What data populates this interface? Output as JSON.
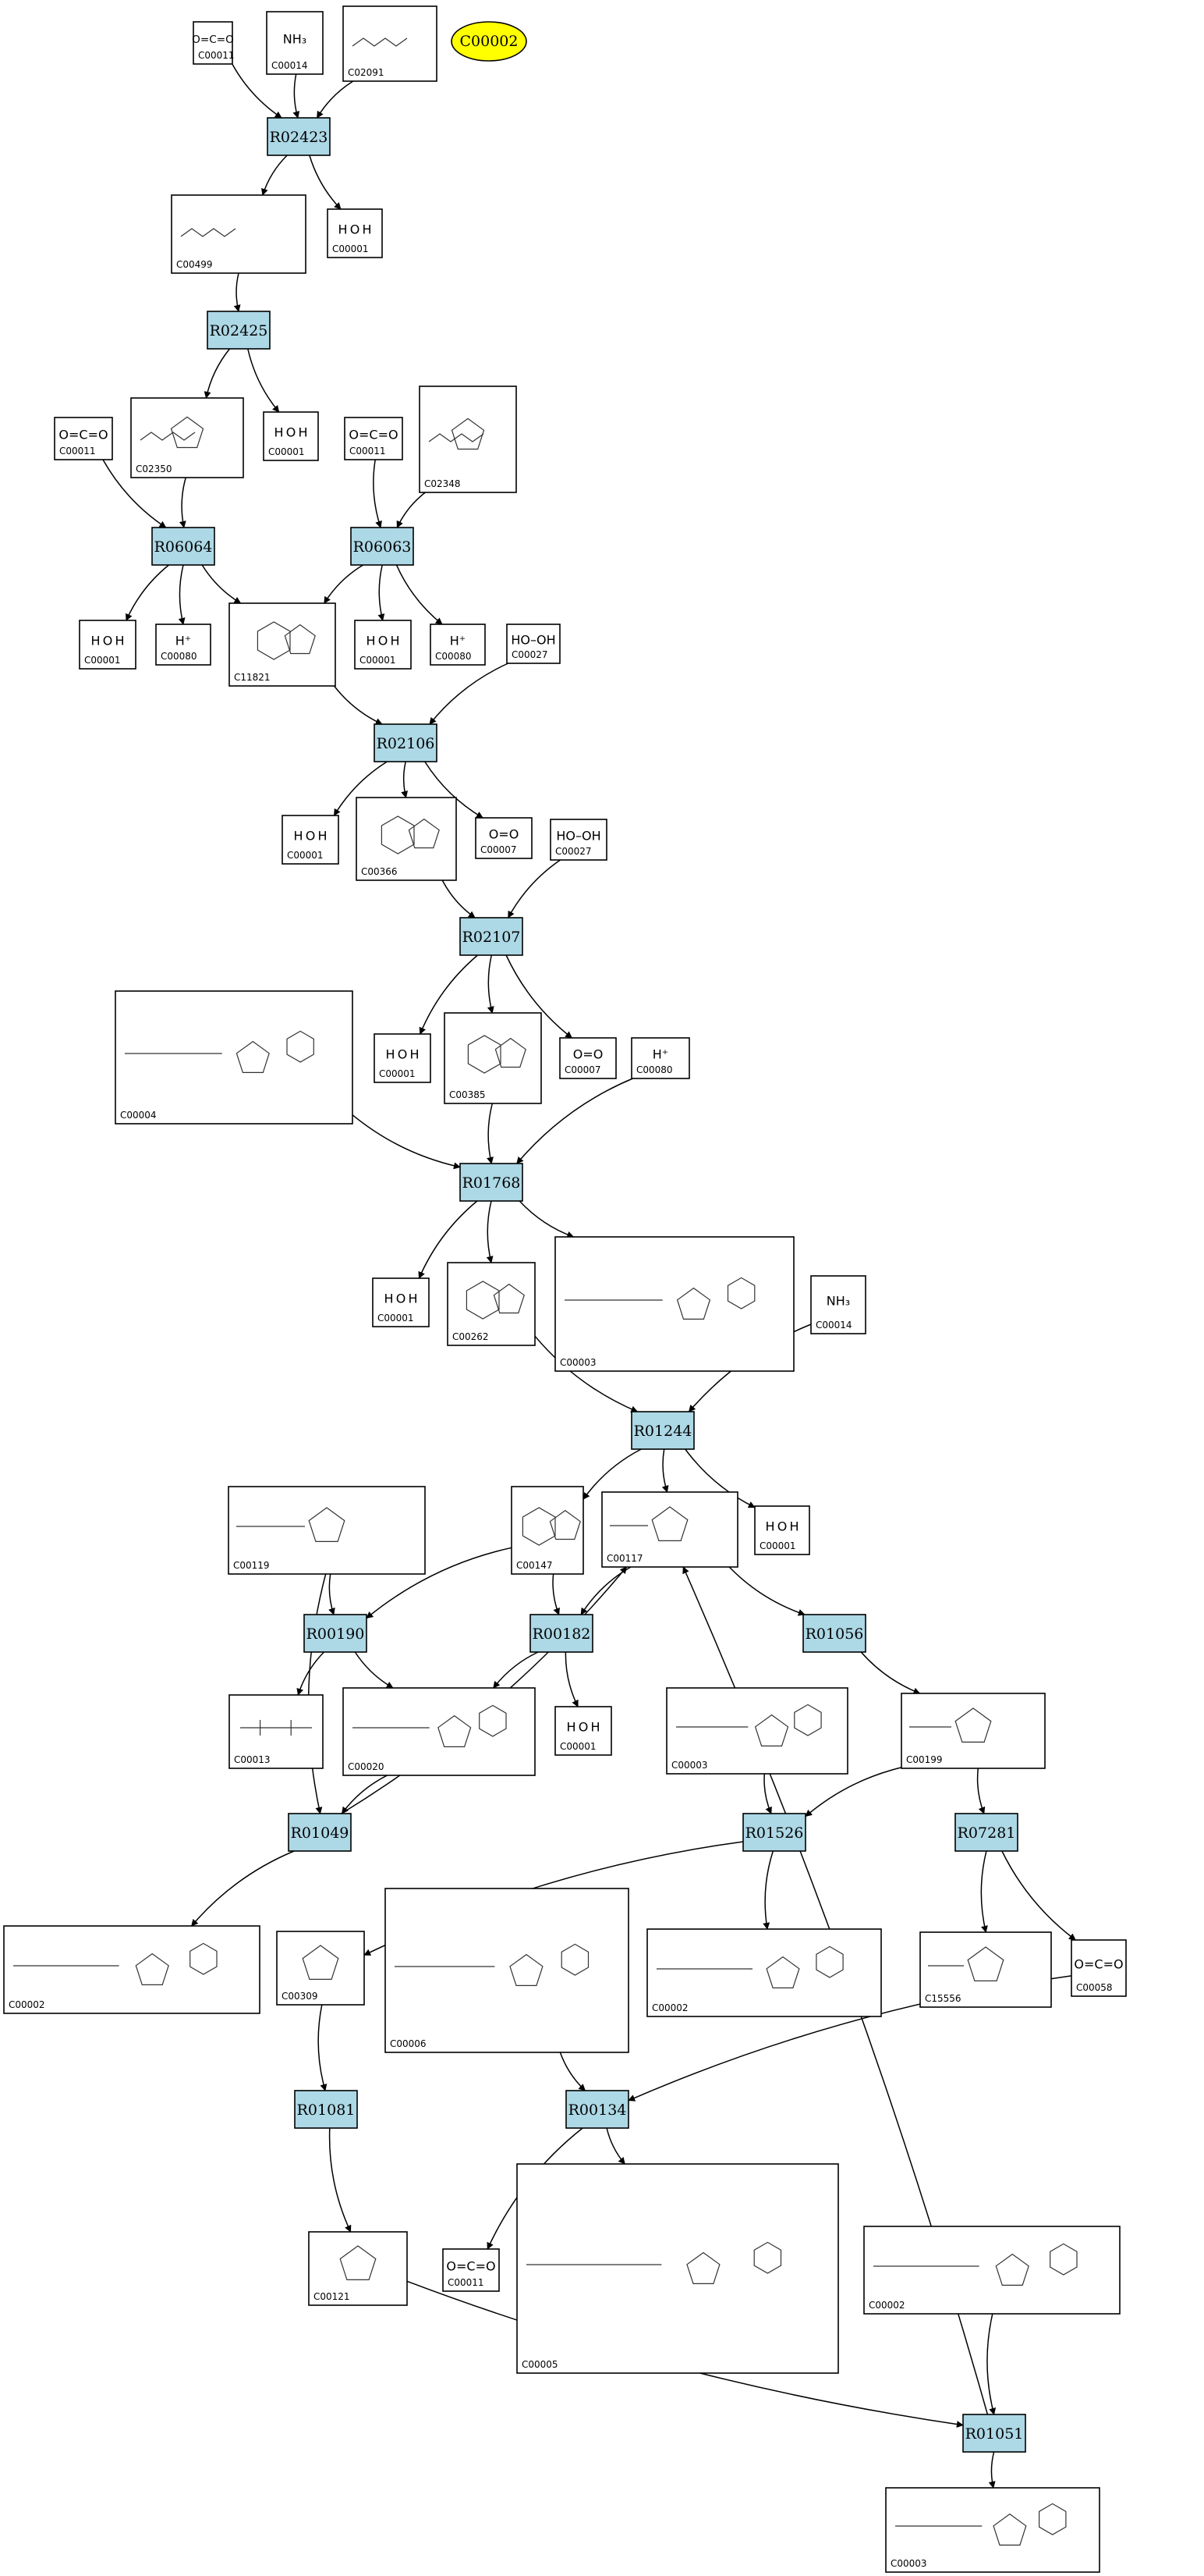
{
  "highlight": {
    "id": "C00002",
    "color": "#ffff00"
  },
  "colors": {
    "reaction_fill": "#add8e6",
    "compound_fill": "#ffffff",
    "edge": "#000000"
  },
  "reactions": [
    {
      "key": "r02423",
      "id": "R02423"
    },
    {
      "key": "r02425",
      "id": "R02425"
    },
    {
      "key": "r06064",
      "id": "R06064"
    },
    {
      "key": "r06063",
      "id": "R06063"
    },
    {
      "key": "r02106",
      "id": "R02106"
    },
    {
      "key": "r02107",
      "id": "R02107"
    },
    {
      "key": "r01768",
      "id": "R01768"
    },
    {
      "key": "r01244",
      "id": "R01244"
    },
    {
      "key": "r00190",
      "id": "R00190"
    },
    {
      "key": "r00182",
      "id": "R00182"
    },
    {
      "key": "r01056",
      "id": "R01056"
    },
    {
      "key": "r01049",
      "id": "R01049"
    },
    {
      "key": "r01526",
      "id": "R01526"
    },
    {
      "key": "r07281",
      "id": "R07281"
    },
    {
      "key": "r01081",
      "id": "R01081"
    },
    {
      "key": "r00134",
      "id": "R00134"
    },
    {
      "key": "r01051",
      "id": "R01051"
    }
  ],
  "compounds": [
    {
      "key": "c1",
      "id": "C00011",
      "icon": "co2"
    },
    {
      "key": "c2",
      "id": "C00014",
      "icon": "ammonia"
    },
    {
      "key": "c3",
      "id": "C02091",
      "icon": "amino-acid"
    },
    {
      "key": "c4",
      "id": "C00499",
      "icon": "urea-derivative"
    },
    {
      "key": "c5",
      "id": "C00001",
      "icon": "water"
    },
    {
      "key": "c6",
      "id": "C02350",
      "icon": "ring"
    },
    {
      "key": "c7",
      "id": "C00001",
      "icon": "water"
    },
    {
      "key": "c8",
      "id": "C00011",
      "icon": "co2"
    },
    {
      "key": "c9",
      "id": "C00011",
      "icon": "co2"
    },
    {
      "key": "c10",
      "id": "C02348",
      "icon": "ring"
    },
    {
      "key": "c11",
      "id": "C00001",
      "icon": "water"
    },
    {
      "key": "c12",
      "id": "C00080",
      "icon": "proton"
    },
    {
      "key": "c13",
      "id": "C11821",
      "icon": "purine"
    },
    {
      "key": "c14",
      "id": "C00001",
      "icon": "water"
    },
    {
      "key": "c15",
      "id": "C00080",
      "icon": "proton"
    },
    {
      "key": "c16",
      "id": "C00027",
      "icon": "peroxide"
    },
    {
      "key": "c17",
      "id": "C00001",
      "icon": "water"
    },
    {
      "key": "c18",
      "id": "C00366",
      "icon": "purine"
    },
    {
      "key": "c19",
      "id": "C00007",
      "icon": "oxygen"
    },
    {
      "key": "c20",
      "id": "C00027",
      "icon": "peroxide"
    },
    {
      "key": "c21",
      "id": "C00004",
      "icon": "nucleotide"
    },
    {
      "key": "c22",
      "id": "C00001",
      "icon": "water"
    },
    {
      "key": "c23",
      "id": "C00385",
      "icon": "purine"
    },
    {
      "key": "c24",
      "id": "C00007",
      "icon": "oxygen"
    },
    {
      "key": "c25",
      "id": "C00080",
      "icon": "proton"
    },
    {
      "key": "c26",
      "id": "C00001",
      "icon": "water"
    },
    {
      "key": "c27",
      "id": "C00262",
      "icon": "purine"
    },
    {
      "key": "c28",
      "id": "C00003",
      "icon": "nucleotide"
    },
    {
      "key": "c29",
      "id": "C00014",
      "icon": "ammonia"
    },
    {
      "key": "c30",
      "id": "C00119",
      "icon": "sugar-phosphate"
    },
    {
      "key": "c31",
      "id": "C00147",
      "icon": "purine"
    },
    {
      "key": "c32",
      "id": "C00117",
      "icon": "sugar-phosphate"
    },
    {
      "key": "c33",
      "id": "C00001",
      "icon": "water"
    },
    {
      "key": "c34",
      "id": "C00013",
      "icon": "phosphate"
    },
    {
      "key": "c35",
      "id": "C00020",
      "icon": "nucleotide"
    },
    {
      "key": "c36",
      "id": "C00001",
      "icon": "water"
    },
    {
      "key": "c37",
      "id": "C00003",
      "icon": "nucleotide"
    },
    {
      "key": "c38",
      "id": "C00199",
      "icon": "sugar-phosphate"
    },
    {
      "key": "c39",
      "id": "C00002",
      "icon": "nucleotide"
    },
    {
      "key": "c40",
      "id": "C00309",
      "icon": "sugar"
    },
    {
      "key": "c41",
      "id": "C00006",
      "icon": "nucleotide"
    },
    {
      "key": "c42",
      "id": "C00002",
      "icon": "nucleotide"
    },
    {
      "key": "c43",
      "id": "C15556",
      "icon": "sugar-phosphate"
    },
    {
      "key": "c44",
      "id": "C00058",
      "icon": "co2"
    },
    {
      "key": "c45",
      "id": "C00121",
      "icon": "sugar"
    },
    {
      "key": "c46",
      "id": "C00011",
      "icon": "co2"
    },
    {
      "key": "c47",
      "id": "C00005",
      "icon": "nucleotide"
    },
    {
      "key": "c48",
      "id": "C00002",
      "icon": "nucleotide"
    },
    {
      "key": "c49",
      "id": "C00003",
      "icon": "nucleotide"
    }
  ],
  "formulas": {
    "water": "H O H",
    "proton": "H⁺",
    "peroxide": "HO–OH",
    "oxygen": "O=O",
    "ammonia": "NH₃",
    "co2": "O=C=O"
  },
  "edges": [
    [
      "c1",
      "r02423"
    ],
    [
      "c2",
      "r02423"
    ],
    [
      "c3",
      "r02423"
    ],
    [
      "r02423",
      "c4"
    ],
    [
      "r02423",
      "c5"
    ],
    [
      "c4",
      "r02425"
    ],
    [
      "r02425",
      "c6"
    ],
    [
      "r02425",
      "c7"
    ],
    [
      "c8",
      "r06064"
    ],
    [
      "c6",
      "r06064"
    ],
    [
      "c9",
      "r06063"
    ],
    [
      "c10",
      "r06063"
    ],
    [
      "r06064",
      "c11"
    ],
    [
      "r06064",
      "c12"
    ],
    [
      "r06064",
      "c13"
    ],
    [
      "r06063",
      "c13"
    ],
    [
      "r06063",
      "c14"
    ],
    [
      "r06063",
      "c15"
    ],
    [
      "c13",
      "r02106"
    ],
    [
      "c16",
      "r02106"
    ],
    [
      "r02106",
      "c17"
    ],
    [
      "r02106",
      "c18"
    ],
    [
      "r02106",
      "c19"
    ],
    [
      "c18",
      "r02107"
    ],
    [
      "c20",
      "r02107"
    ],
    [
      "r02107",
      "c22"
    ],
    [
      "r02107",
      "c23"
    ],
    [
      "r02107",
      "c24"
    ],
    [
      "c21",
      "r01768"
    ],
    [
      "c23",
      "r01768"
    ],
    [
      "c25",
      "r01768"
    ],
    [
      "r01768",
      "c26"
    ],
    [
      "r01768",
      "c27"
    ],
    [
      "r01768",
      "c28"
    ],
    [
      "c27",
      "r01244"
    ],
    [
      "c29",
      "r01244"
    ],
    [
      "r01244",
      "c31"
    ],
    [
      "r01244",
      "c32"
    ],
    [
      "r01244",
      "c33"
    ],
    [
      "c30",
      "r00190"
    ],
    [
      "c31",
      "r00190"
    ],
    [
      "r00190",
      "c34"
    ],
    [
      "r00190",
      "c35"
    ],
    [
      "c31",
      "r00182"
    ],
    [
      "c32",
      "r00182"
    ],
    [
      "r00182",
      "c35"
    ],
    [
      "r00182",
      "c36"
    ],
    [
      "c32",
      "r01056"
    ],
    [
      "r01056",
      "c38"
    ],
    [
      "c30",
      "r01049"
    ],
    [
      "c35",
      "r01049"
    ],
    [
      "r01049",
      "c32"
    ],
    [
      "r01049",
      "c39"
    ],
    [
      "c37",
      "r01526"
    ],
    [
      "c38",
      "r01526"
    ],
    [
      "r01526",
      "c40"
    ],
    [
      "r01526",
      "c42"
    ],
    [
      "c38",
      "r07281"
    ],
    [
      "r07281",
      "c43"
    ],
    [
      "r07281",
      "c44"
    ],
    [
      "c40",
      "r01081"
    ],
    [
      "r01081",
      "c45"
    ],
    [
      "c41",
      "r00134"
    ],
    [
      "c44",
      "r00134"
    ],
    [
      "r00134",
      "c46"
    ],
    [
      "r00134",
      "c47"
    ],
    [
      "c45",
      "r01051"
    ],
    [
      "c48",
      "r01051"
    ],
    [
      "r01051",
      "c49"
    ],
    [
      "r01051",
      "c32"
    ]
  ]
}
